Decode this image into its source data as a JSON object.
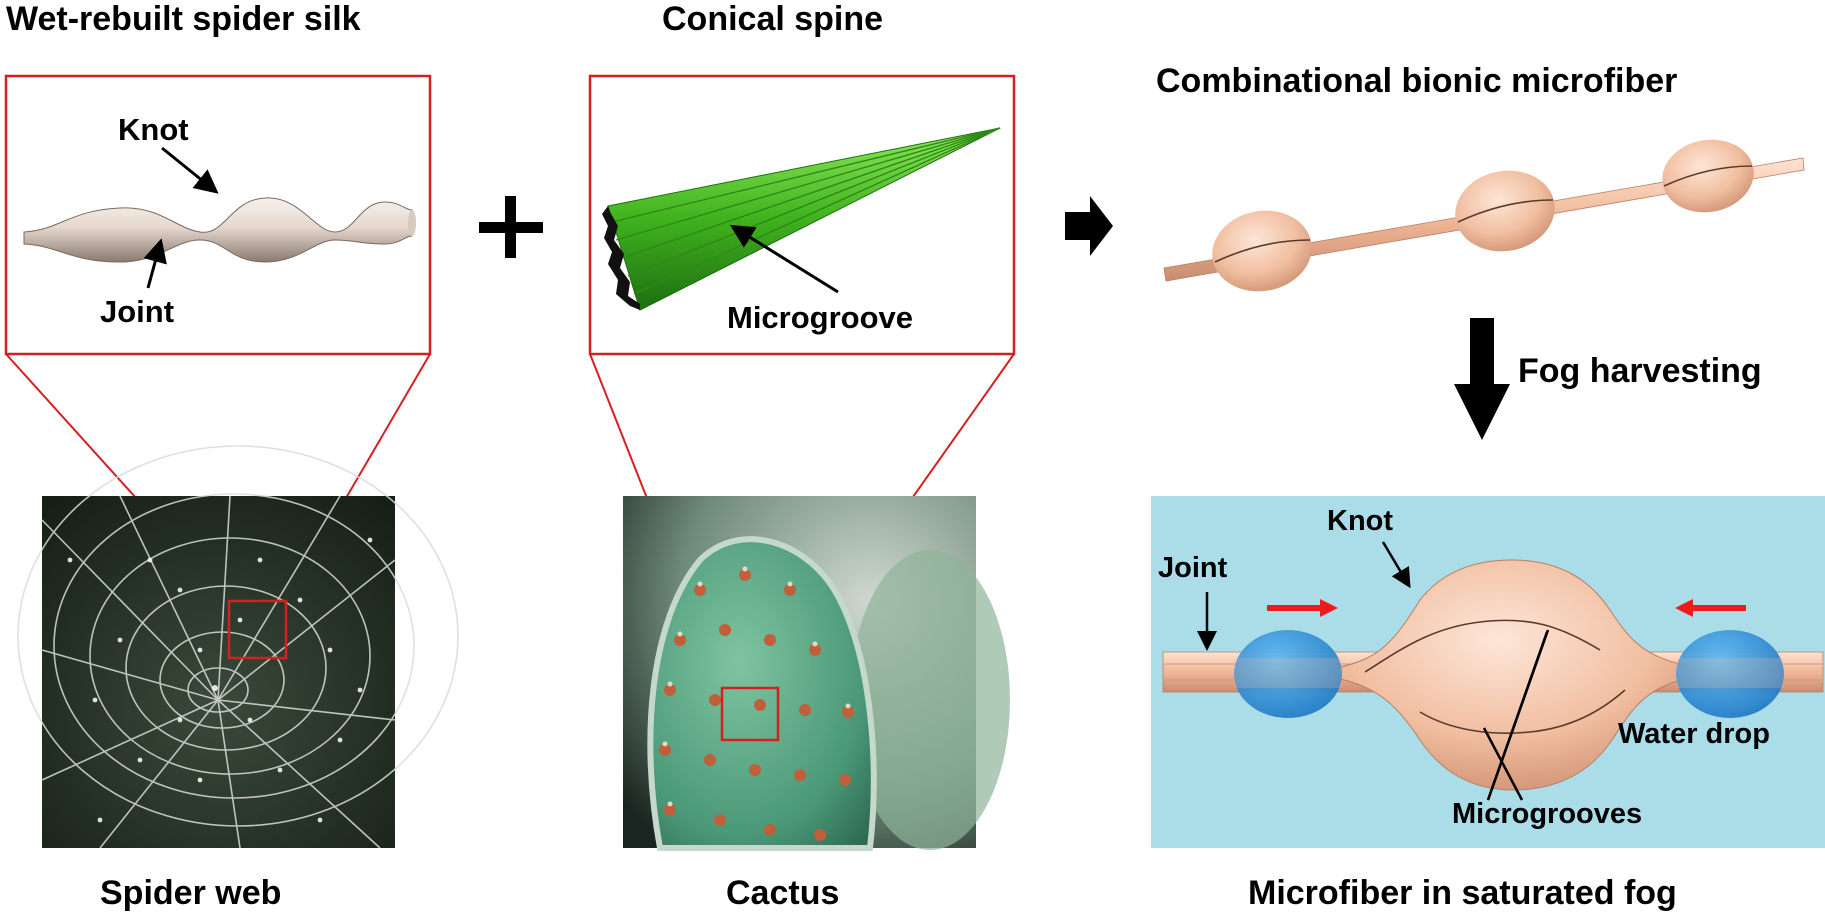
{
  "spider": {
    "title": "Wet-rebuilt spider silk",
    "knot_label": "Knot",
    "joint_label": "Joint",
    "photo_caption": "Spider web"
  },
  "plus_symbol": "+",
  "cactus": {
    "title": "Conical spine",
    "groove_label": "Microgroove",
    "photo_caption": "Cactus"
  },
  "combined": {
    "title": "Combinational bionic microfiber",
    "process_label": "Fog harvesting",
    "fog_panel": {
      "knot_label": "Knot",
      "joint_label": "Joint",
      "drop_label": "Water drop",
      "grooves_label": "Microgrooves"
    },
    "caption": "Microfiber in saturated fog"
  },
  "colors": {
    "frame_red": "#d42020",
    "silk_beige": "#e8ddd4",
    "spine_green": "#5ad02e",
    "fiber_peach": "#f1c0a4",
    "fog_background": "#abdde9",
    "water_blue": "#2a8fd8",
    "flow_arrow_red": "#ee1c1c"
  }
}
